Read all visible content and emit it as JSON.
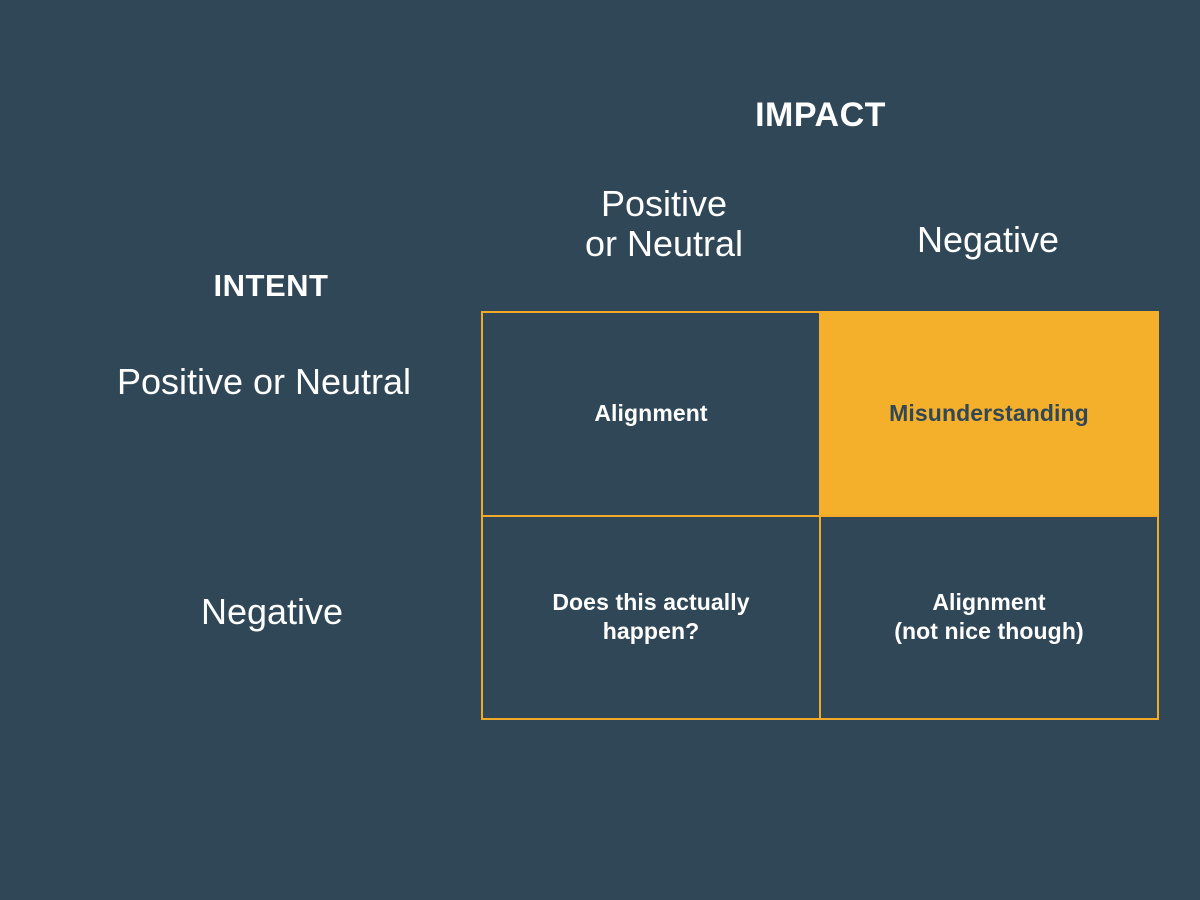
{
  "slide": {
    "background_color": "#2f4757",
    "accent_color": "#f4af2b",
    "border_color": "#f2a928",
    "text_color": "#ffffff"
  },
  "axes": {
    "impact_title": "IMPACT",
    "intent_title": "INTENT"
  },
  "columns": [
    {
      "line1": "Positive",
      "line2": "or Neutral"
    },
    {
      "line1": "Negative",
      "line2": ""
    }
  ],
  "rows": [
    {
      "label": "Positive or Neutral"
    },
    {
      "label": "Negative"
    }
  ],
  "cells": [
    {
      "id": "intent-positive-impact-positive",
      "line1": "Alignment",
      "line2": "",
      "highlight": false
    },
    {
      "id": "intent-positive-impact-negative",
      "line1": "Misunderstanding",
      "line2": "",
      "highlight": true
    },
    {
      "id": "intent-negative-impact-positive",
      "line1": "Does this actually",
      "line2": "happen?",
      "highlight": false
    },
    {
      "id": "intent-negative-impact-negative",
      "line1": "Alignment",
      "line2": "(not nice though)",
      "highlight": false
    }
  ]
}
